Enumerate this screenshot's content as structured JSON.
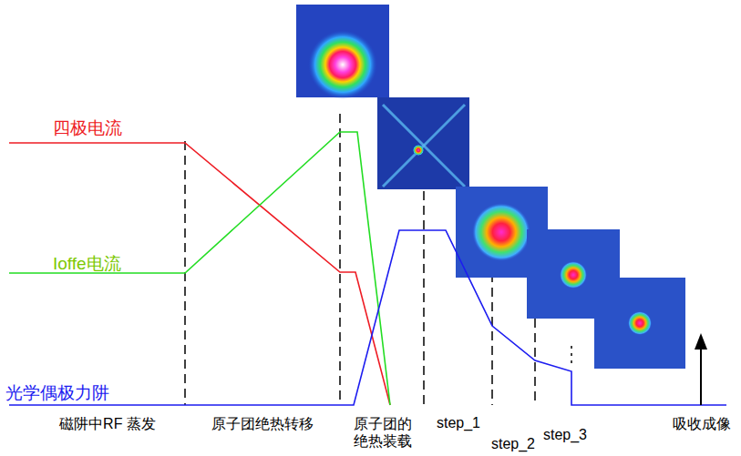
{
  "diagram": {
    "labels": [
      "四极电流",
      "Ioffe电流",
      "光学偶极力阱",
      "磁阱中RF 蒸发",
      "原子团绝热转移",
      "原子团的 绝热装载",
      "step_1",
      "step_2",
      "step_3",
      "吸收成像"
    ]
  }
}
